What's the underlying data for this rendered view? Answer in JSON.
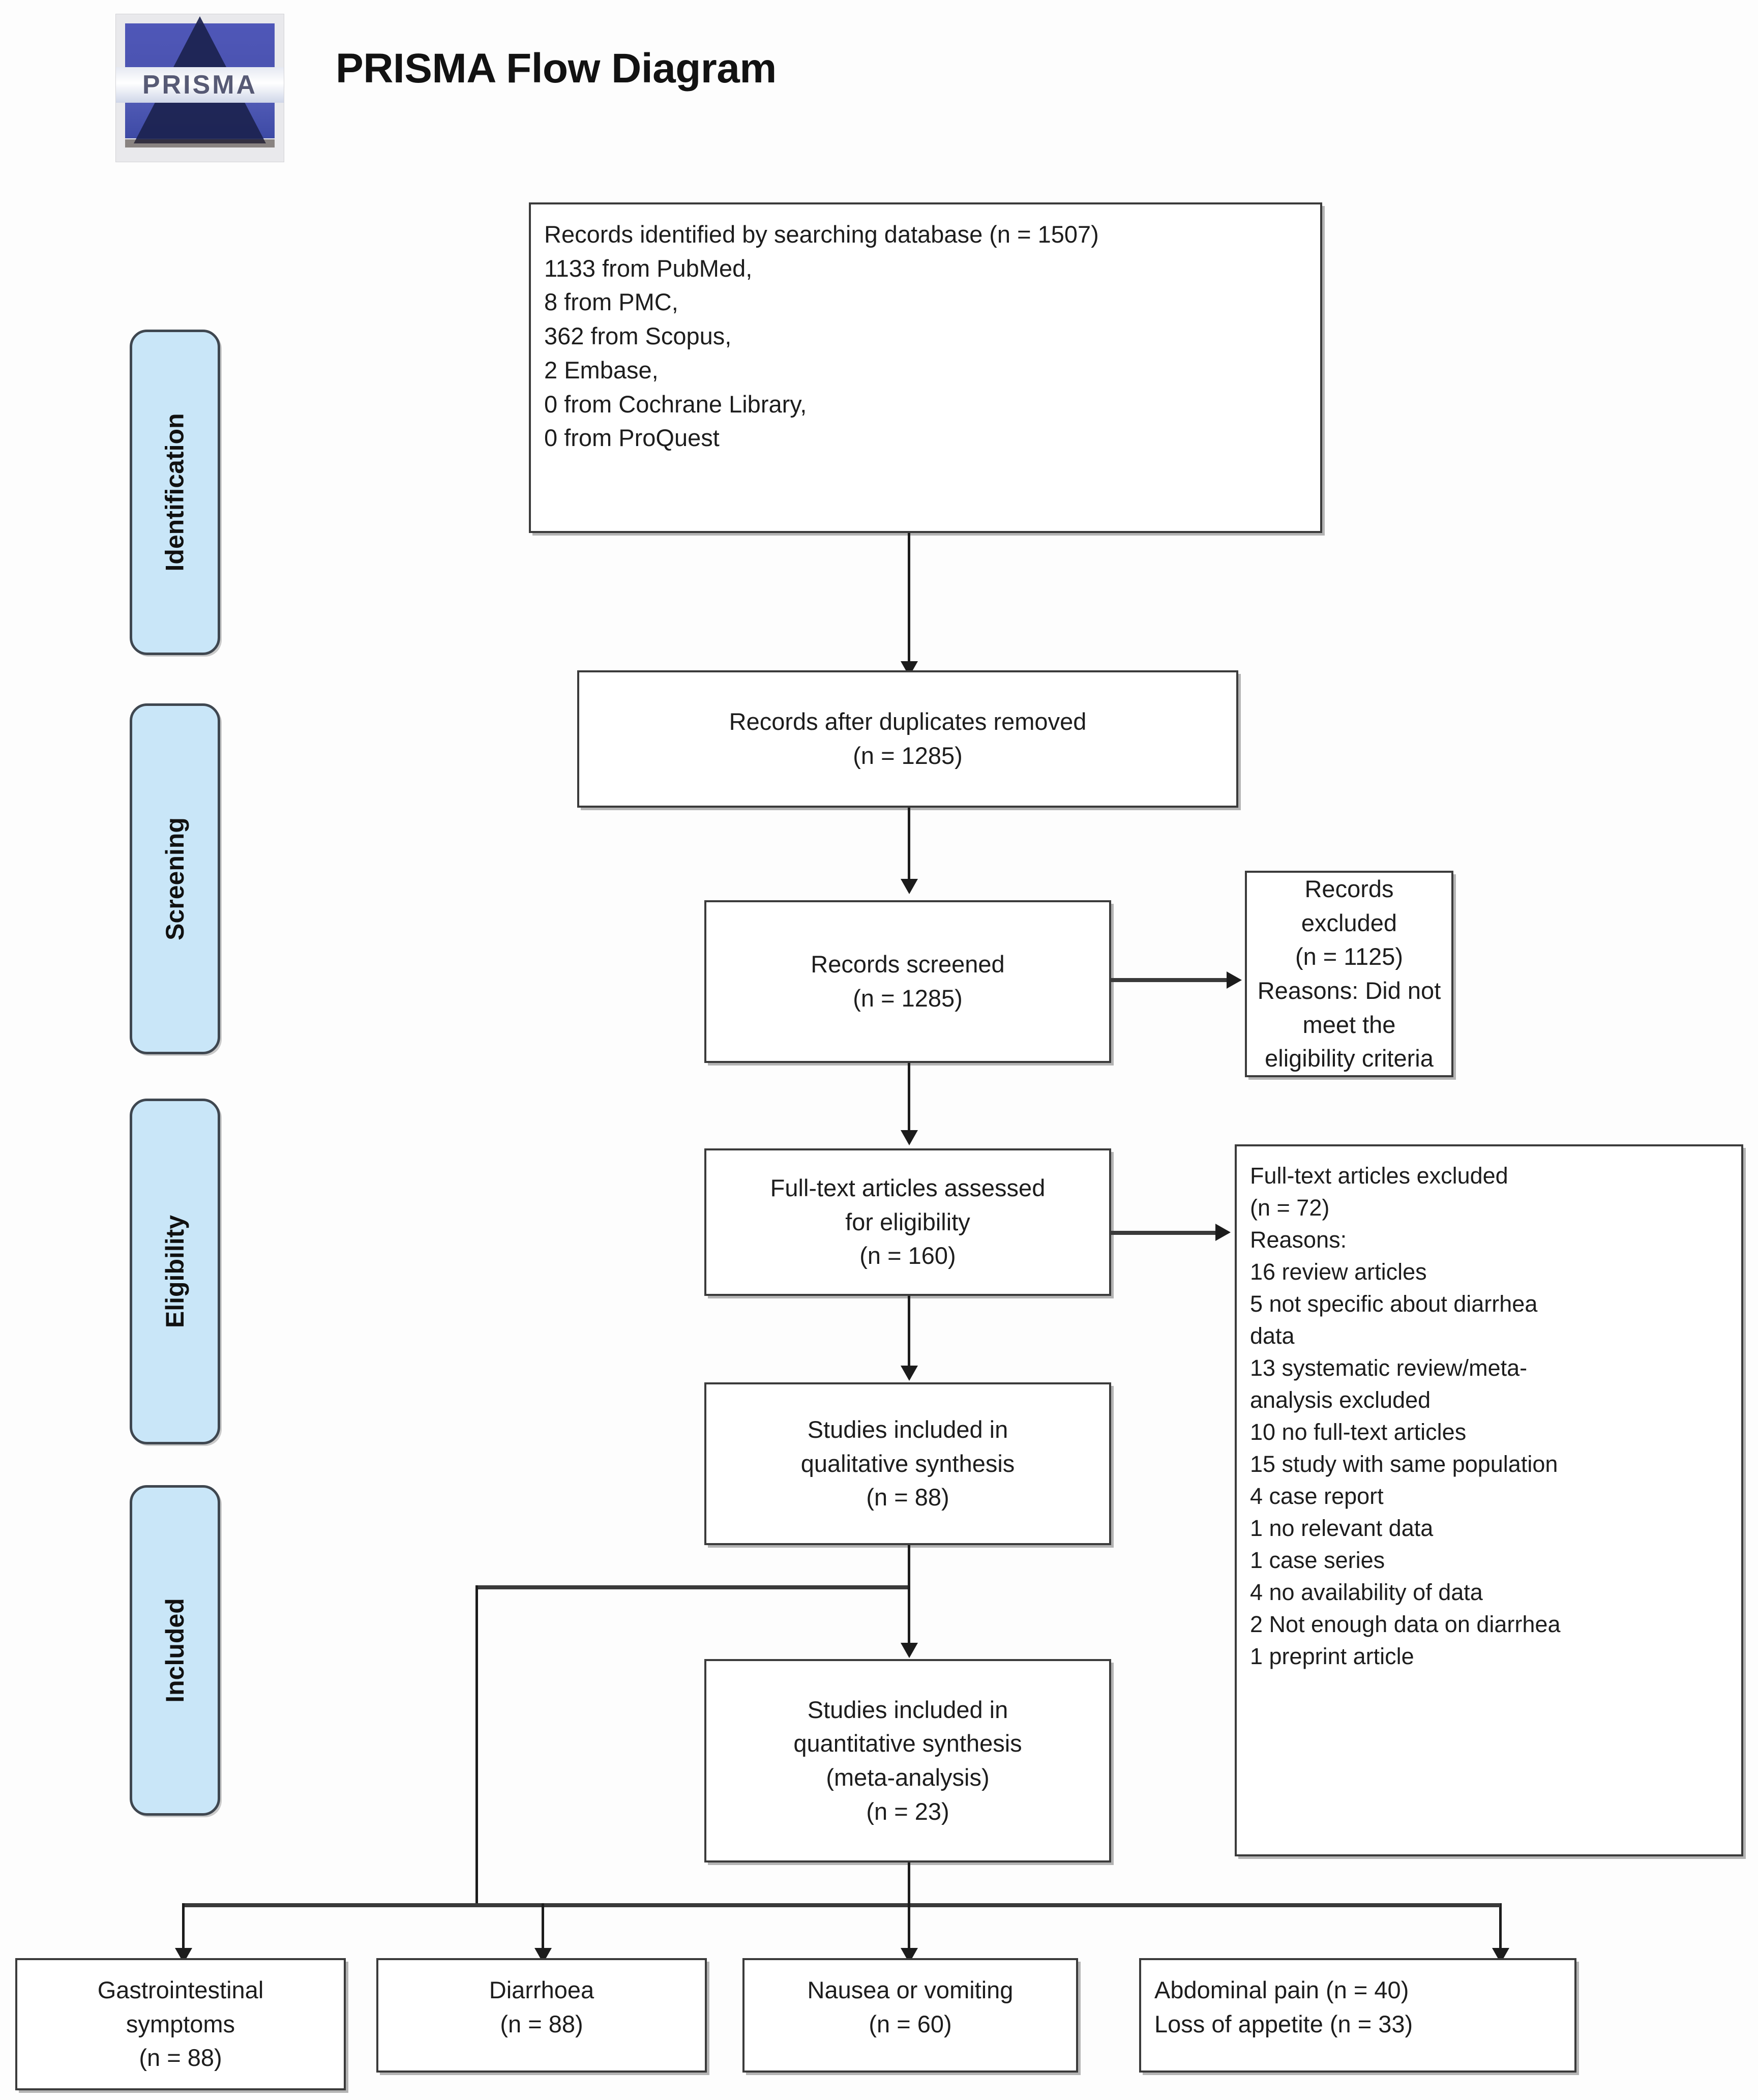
{
  "header": {
    "title": "PRISMA Flow Diagram",
    "logo_text": "PRISMA"
  },
  "stages": [
    {
      "label": "Identification"
    },
    {
      "label": "Screening"
    },
    {
      "label": "Eligibility"
    },
    {
      "label": "Included"
    }
  ],
  "boxes": {
    "identified": "Records identified by searching database (n = 1507)\n 1133 from PubMed,\n 8 from PMC,\n362 from Scopus,\n2 Embase,\n0 from Cochrane Library,\n0 from ProQuest",
    "after_duplicates": "Records after duplicates removed\n(n = 1285)",
    "screened": "Records screened\n(n = 1285)",
    "records_excluded": "Records excluded\n(n = 1125)\nReasons: Did not meet the\neligibility criteria",
    "fulltext_assessed": "Full-text articles assessed\nfor eligibility\n(n = 160)",
    "fulltext_excluded": "Full-text articles excluded\n(n = 72)\nReasons:\n16 review articles\n5 not specific about diarrhea\ndata\n13 systematic review/meta-\nanalysis excluded\n10 no full-text articles\n15 study with same population\n4 case report\n1 no relevant data\n1 case series\n4 no availability of data\n2 Not enough data on diarrhea\n1 preprint article",
    "qualitative": "Studies included in\nqualitative synthesis\n(n = 88)",
    "quantitative": "Studies included in\nquantitative synthesis\n(meta-analysis)\n(n = 23)",
    "outcome_gi": "Gastrointestinal\nsymptoms\n(n = 88)",
    "outcome_diarrhoea": "Diarrhoea\n(n = 88)",
    "outcome_nausea": "Nausea or vomiting\n(n = 60)",
    "outcome_abdominal": "Abdominal pain (n = 40)\nLoss of appetite (n = 33)"
  },
  "chart_data": {
    "type": "diagram",
    "title": "PRISMA Flow Diagram",
    "nodes": [
      {
        "id": "identified",
        "stage": "Identification",
        "n": 1507,
        "sources": [
          {
            "name": "PubMed",
            "n": 1133
          },
          {
            "name": "PMC",
            "n": 8
          },
          {
            "name": "Scopus",
            "n": 362
          },
          {
            "name": "Embase",
            "n": 2
          },
          {
            "name": "Cochrane Library",
            "n": 0
          },
          {
            "name": "ProQuest",
            "n": 0
          }
        ]
      },
      {
        "id": "after_duplicates",
        "stage": "Screening",
        "n": 1285
      },
      {
        "id": "screened",
        "stage": "Screening",
        "n": 1285
      },
      {
        "id": "records_excluded",
        "stage": "Screening",
        "n": 1125,
        "reason": "Did not meet the eligibility criteria"
      },
      {
        "id": "fulltext_assessed",
        "stage": "Eligibility",
        "n": 160
      },
      {
        "id": "fulltext_excluded",
        "stage": "Eligibility",
        "n": 72,
        "reasons": [
          {
            "n": 16,
            "text": "review articles"
          },
          {
            "n": 5,
            "text": "not specific about diarrhea data"
          },
          {
            "n": 13,
            "text": "systematic review/meta-analysis excluded"
          },
          {
            "n": 10,
            "text": "no full-text articles"
          },
          {
            "n": 15,
            "text": "study with same population"
          },
          {
            "n": 4,
            "text": "case report"
          },
          {
            "n": 1,
            "text": "no relevant data"
          },
          {
            "n": 1,
            "text": "case series"
          },
          {
            "n": 4,
            "text": "no availability of data"
          },
          {
            "n": 2,
            "text": "Not enough data on diarrhea"
          },
          {
            "n": 1,
            "text": "preprint article"
          }
        ]
      },
      {
        "id": "qualitative",
        "stage": "Included",
        "n": 88
      },
      {
        "id": "quantitative",
        "stage": "Included",
        "n": 23
      },
      {
        "id": "outcome_gi",
        "stage": "Included",
        "label": "Gastrointestinal symptoms",
        "n": 88
      },
      {
        "id": "outcome_diarrhoea",
        "stage": "Included",
        "label": "Diarrhoea",
        "n": 88
      },
      {
        "id": "outcome_nausea",
        "stage": "Included",
        "label": "Nausea or vomiting",
        "n": 60
      },
      {
        "id": "outcome_abdominal",
        "stage": "Included",
        "label": "Abdominal pain",
        "n": 40
      },
      {
        "id": "outcome_appetite",
        "stage": "Included",
        "label": "Loss of appetite",
        "n": 33
      }
    ],
    "edges": [
      {
        "from": "identified",
        "to": "after_duplicates"
      },
      {
        "from": "after_duplicates",
        "to": "screened"
      },
      {
        "from": "screened",
        "to": "records_excluded"
      },
      {
        "from": "screened",
        "to": "fulltext_assessed"
      },
      {
        "from": "fulltext_assessed",
        "to": "fulltext_excluded"
      },
      {
        "from": "fulltext_assessed",
        "to": "qualitative"
      },
      {
        "from": "qualitative",
        "to": "quantitative"
      },
      {
        "from": "qualitative",
        "to": "outcome_gi"
      },
      {
        "from": "quantitative",
        "to": "outcome_diarrhoea"
      },
      {
        "from": "quantitative",
        "to": "outcome_nausea"
      },
      {
        "from": "quantitative",
        "to": "outcome_abdominal"
      }
    ]
  },
  "colors": {
    "stage_fill": "#c9e6f8",
    "stage_border": "#3f4750",
    "box_border": "#3b3b3b",
    "line": "#1c1c1c",
    "logo_blue": "#4f57b8"
  }
}
